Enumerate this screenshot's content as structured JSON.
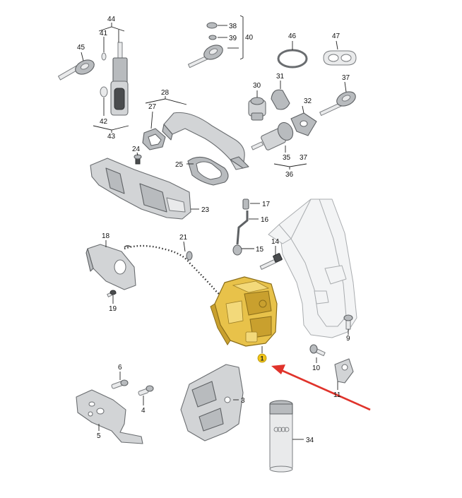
{
  "diagram": {
    "labels": [
      {
        "id": "1",
        "text": "1"
      },
      {
        "id": "3",
        "text": "3"
      },
      {
        "id": "4",
        "text": "4"
      },
      {
        "id": "5",
        "text": "5"
      },
      {
        "id": "6",
        "text": "6"
      },
      {
        "id": "9",
        "text": "9"
      },
      {
        "id": "10",
        "text": "10"
      },
      {
        "id": "11",
        "text": "11"
      },
      {
        "id": "14",
        "text": "14"
      },
      {
        "id": "15",
        "text": "15"
      },
      {
        "id": "16",
        "text": "16"
      },
      {
        "id": "17",
        "text": "17"
      },
      {
        "id": "18",
        "text": "18"
      },
      {
        "id": "19",
        "text": "19"
      },
      {
        "id": "21",
        "text": "21"
      },
      {
        "id": "23",
        "text": "23"
      },
      {
        "id": "24",
        "text": "24"
      },
      {
        "id": "25",
        "text": "25"
      },
      {
        "id": "27",
        "text": "27"
      },
      {
        "id": "28",
        "text": "28"
      },
      {
        "id": "30",
        "text": "30"
      },
      {
        "id": "31",
        "text": "31"
      },
      {
        "id": "32",
        "text": "32"
      },
      {
        "id": "34",
        "text": "34"
      },
      {
        "id": "35",
        "text": "35"
      },
      {
        "id": "36",
        "text": "36"
      },
      {
        "id": "37a",
        "text": "37"
      },
      {
        "id": "37b",
        "text": "37"
      },
      {
        "id": "38",
        "text": "38"
      },
      {
        "id": "39",
        "text": "39"
      },
      {
        "id": "40",
        "text": "40"
      },
      {
        "id": "41",
        "text": "41"
      },
      {
        "id": "42",
        "text": "42"
      },
      {
        "id": "43",
        "text": "43"
      },
      {
        "id": "44",
        "text": "44"
      },
      {
        "id": "45",
        "text": "45"
      },
      {
        "id": "46",
        "text": "46"
      },
      {
        "id": "47",
        "text": "47"
      }
    ],
    "colors": {
      "highlight_arrow": "#e0332b",
      "lock_assembly": "#e8c24a",
      "badge": "#f0c419"
    }
  }
}
